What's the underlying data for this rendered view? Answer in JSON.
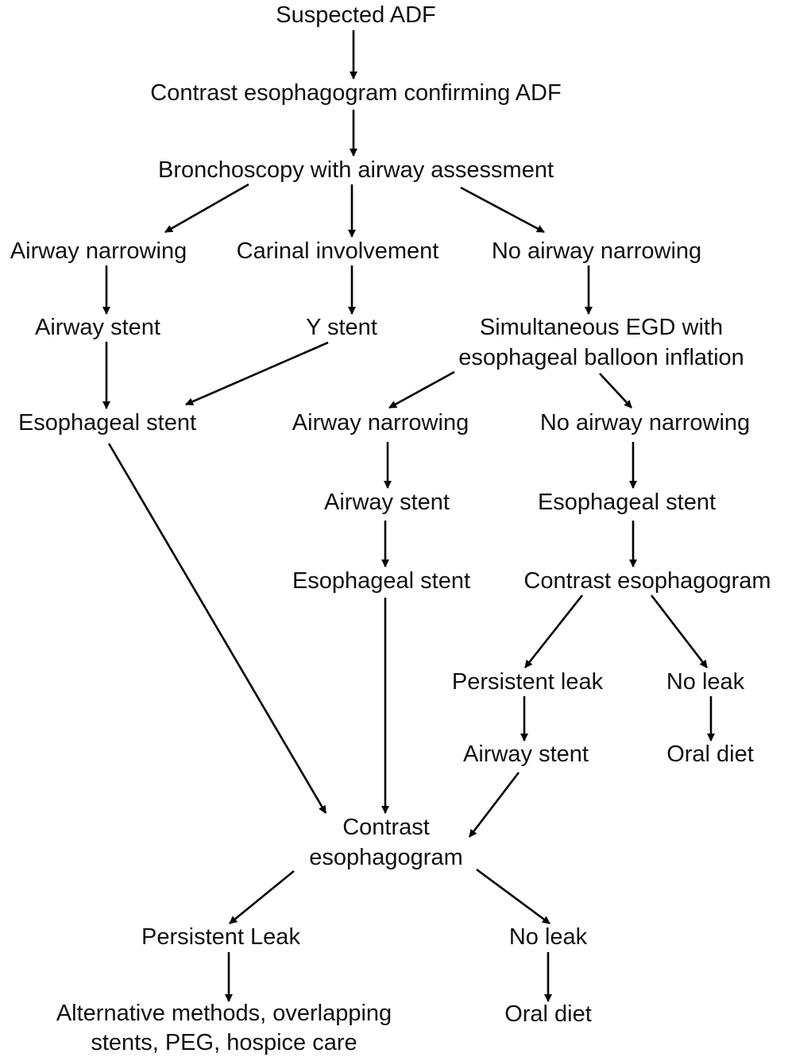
{
  "nodes": {
    "suspected_adf": "Suspected ADF",
    "contrast_confirming": "Contrast esophagogram  confirming ADF",
    "bronchoscopy": "Bronchoscopy with airway assessment",
    "airway_narrowing_left": "Airway narrowing",
    "carinal_involvement": "Carinal involvement",
    "no_airway_narrowing_top": "No airway narrowing",
    "airway_stent_left": "Airway stent",
    "y_stent": "Y stent",
    "egd_line1": "Simultaneous EGD with",
    "egd_line2": "esophageal balloon inflation",
    "esophageal_stent_left": "Esophageal stent",
    "airway_narrowing_mid": "Airway narrowing",
    "no_airway_narrowing_right": "No airway narrowing",
    "airway_stent_mid": "Airway stent",
    "esophageal_stent_right": "Esophageal stent",
    "esophageal_stent_mid": "Esophageal stent",
    "contrast_right": "Contrast esophagogram",
    "persistent_leak_right": "Persistent leak",
    "no_leak_right": "No leak",
    "airway_stent_right": "Airway stent",
    "oral_diet_right": "Oral diet",
    "contrast_center_line1": "Contrast",
    "contrast_center_line2": "esophagogram",
    "persistent_leak_bottom": "Persistent Leak",
    "no_leak_bottom": "No leak",
    "alternative_line1": "Alternative methods, overlapping",
    "alternative_line2": "stents, PEG, hospice care",
    "oral_diet_bottom": "Oral diet"
  }
}
